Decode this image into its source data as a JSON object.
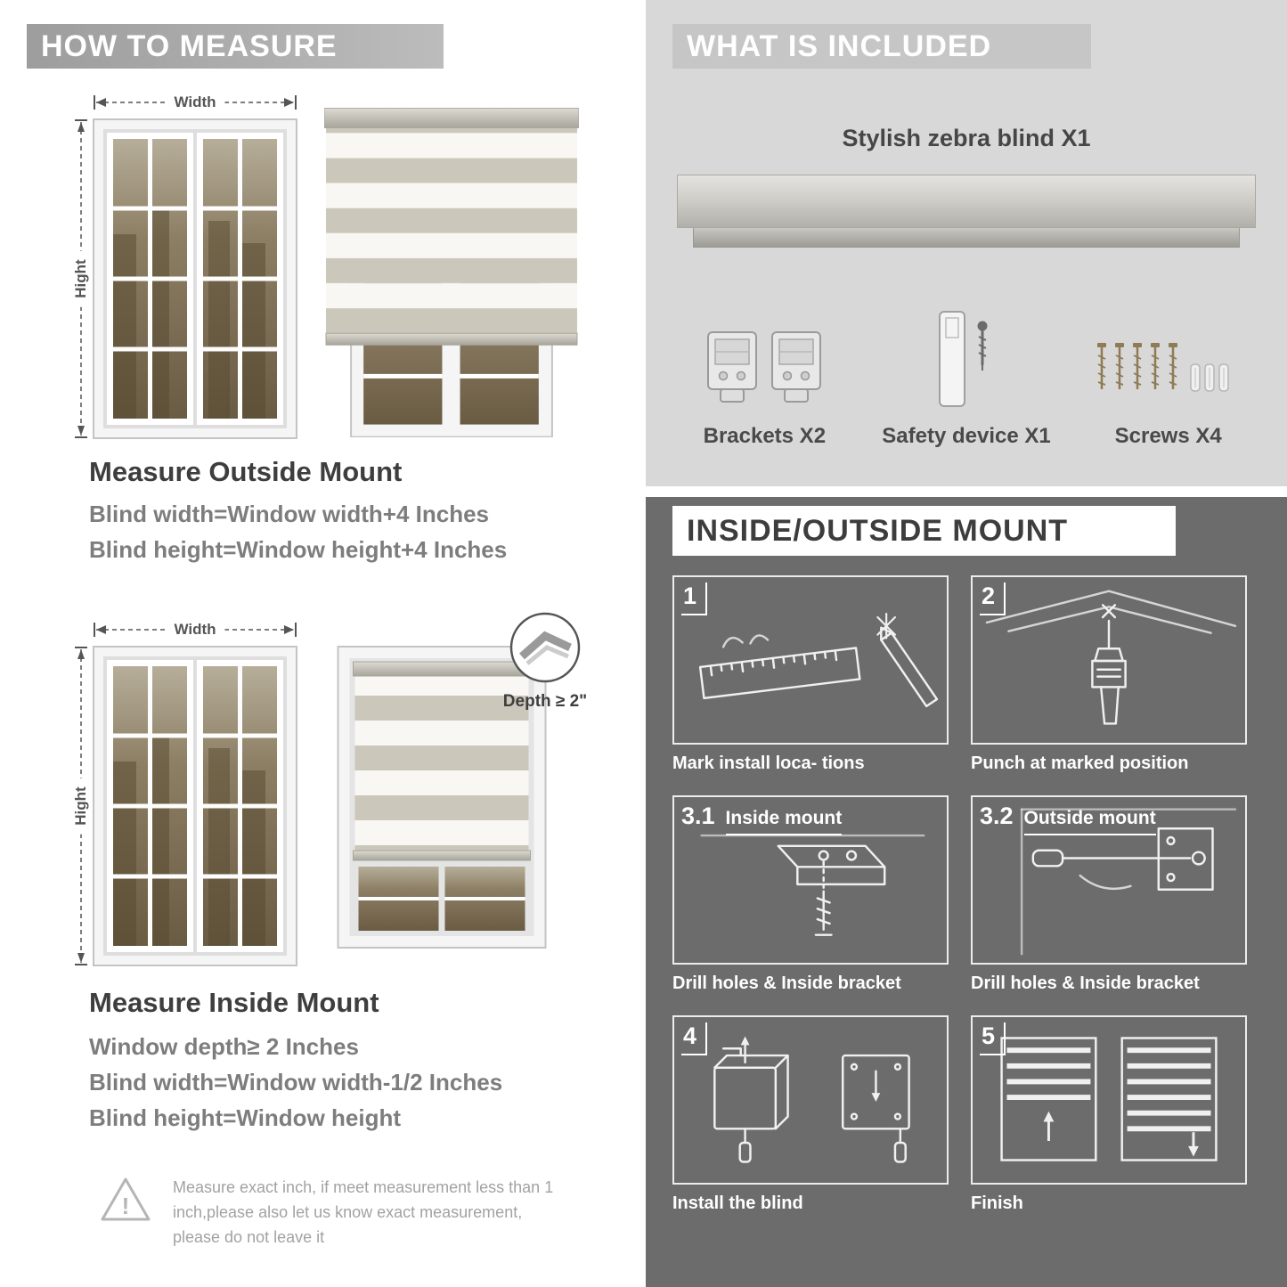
{
  "colors": {
    "left_banner_bg": "#a6a6a6",
    "included_bg": "#d8d8d8",
    "included_banner_bg": "#c6c6c6",
    "mount_bg": "#6c6c6c",
    "mount_banner_bg": "#ffffff",
    "heading_text": "#3e3e3e",
    "formula_text": "#7d7d7d",
    "stripe_gray": "#cbc7ba",
    "stripe_white": "#f8f7f3"
  },
  "left": {
    "header": "HOW TO MEASURE",
    "width_label": "Width",
    "hight_label": "Hight",
    "outside": {
      "title": "Measure Outside Mount",
      "line1": "Blind width=Window width+4 Inches",
      "line2": "Blind height=Window height+4 Inches"
    },
    "inside": {
      "title": "Measure Inside Mount",
      "depth_label": "Depth ≥ 2\"",
      "line1": "Window depth≥ 2 Inches",
      "line2": "Blind width=Window width-1/2 Inches",
      "line3": "Blind height=Window height"
    },
    "warning_text": "Measure exact inch, if meet measurement less than 1 inch,please also let us know exact measurement, please do not leave it"
  },
  "included": {
    "header": "WHAT IS INCLUDED",
    "blind_label": "Stylish zebra blind X1",
    "items": [
      {
        "label": "Brackets X2"
      },
      {
        "label": "Safety device X1"
      },
      {
        "label": "Screws X4"
      }
    ]
  },
  "mount": {
    "header": "INSIDE/OUTSIDE MOUNT",
    "steps": [
      {
        "num": "1",
        "caption": "Mark install loca- tions"
      },
      {
        "num": "2",
        "caption": "Punch at  marked position"
      },
      {
        "num": "3.1",
        "title": "Inside mount",
        "caption": "Drill holes &  Inside bracket"
      },
      {
        "num": "3.2",
        "title": "Outside mount",
        "caption": "Drill holes &  Inside bracket"
      },
      {
        "num": "4",
        "caption": "Install the blind"
      },
      {
        "num": "5",
        "caption": "Finish"
      }
    ]
  }
}
